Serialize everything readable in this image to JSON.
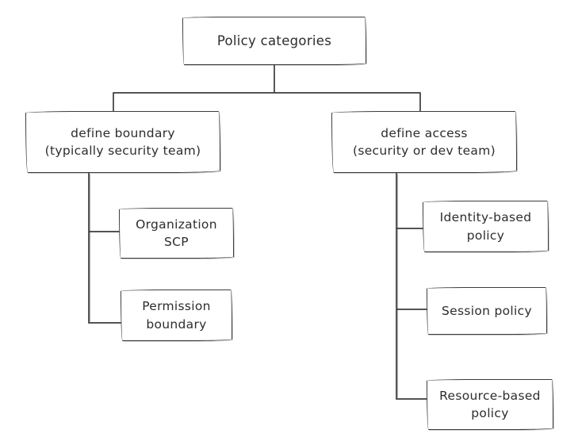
{
  "diagram": {
    "title": "Policy categories",
    "colors": {
      "background": "#ffffff",
      "stroke": "#3c3c3c",
      "text": "#2d2d2d"
    },
    "nodes": {
      "policy_categories": {
        "line1": "Policy categories"
      },
      "define_boundary": {
        "line1": "define boundary",
        "line2": "(typically security team)"
      },
      "define_access": {
        "line1": "define access",
        "line2": "(security or dev team)"
      },
      "organization_scp": {
        "line1": "Organization",
        "line2": "SCP"
      },
      "permission_boundary": {
        "line1": "Permission",
        "line2": "boundary"
      },
      "identity_based_policy": {
        "line1": "Identity-based",
        "line2": "policy"
      },
      "session_policy": {
        "line1": "Session policy"
      },
      "resource_based_policy": {
        "line1": "Resource-based",
        "line2": "policy"
      }
    },
    "edges": [
      {
        "from": "policy_categories",
        "to": "define_boundary"
      },
      {
        "from": "policy_categories",
        "to": "define_access"
      },
      {
        "from": "define_boundary",
        "to": "organization_scp"
      },
      {
        "from": "define_boundary",
        "to": "permission_boundary"
      },
      {
        "from": "define_access",
        "to": "identity_based_policy"
      },
      {
        "from": "define_access",
        "to": "session_policy"
      },
      {
        "from": "define_access",
        "to": "resource_based_policy"
      }
    ]
  }
}
